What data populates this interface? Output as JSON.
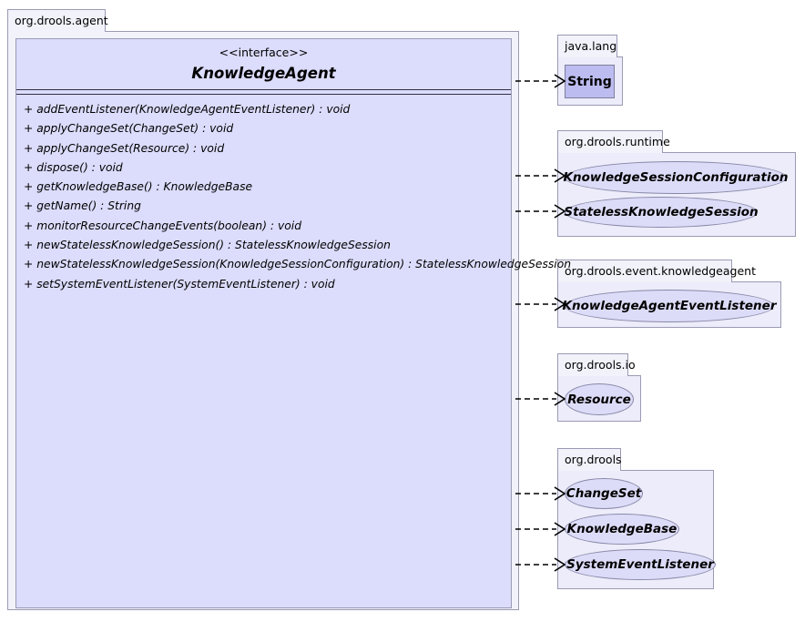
{
  "diagram": {
    "type": "uml-class-diagram",
    "colors": {
      "class_fill": "#dcdcfc",
      "package_fill": "#ececfa",
      "package_tab_fill": "#f2f2fb",
      "ellipse_fill": "#dcdcf8",
      "rect_node_fill": "#bcbcf0",
      "border": "#9a9ab4",
      "separator": "#30304a",
      "edge": "#000000",
      "background": "#ffffff"
    }
  },
  "main_package": {
    "name": "org.drools.agent",
    "interface": {
      "stereotype": "<<interface>>",
      "name": "KnowledgeAgent",
      "attributes": [],
      "methods": [
        "+ addEventListener(KnowledgeAgentEventListener) : void",
        "+ applyChangeSet(ChangeSet) : void",
        "+ applyChangeSet(Resource) : void",
        "+ dispose() : void",
        "+ getKnowledgeBase() : KnowledgeBase",
        "+ getName() : String",
        "+ monitorResourceChangeEvents(boolean) : void",
        "+ newStatelessKnowledgeSession() : StatelessKnowledgeSession",
        "+ newStatelessKnowledgeSession(KnowledgeSessionConfiguration) : StatelessKnowledgeSession",
        "+ setSystemEventListener(SystemEventListener) : void"
      ]
    }
  },
  "packages": [
    {
      "name": "java.lang",
      "nodes": [
        {
          "label": "String",
          "shape": "rect"
        }
      ]
    },
    {
      "name": "org.drools.runtime",
      "nodes": [
        {
          "label": "KnowledgeSessionConfiguration",
          "shape": "ellipse"
        },
        {
          "label": "StatelessKnowledgeSession",
          "shape": "ellipse"
        }
      ]
    },
    {
      "name": "org.drools.event.knowledgeagent",
      "nodes": [
        {
          "label": "KnowledgeAgentEventListener",
          "shape": "ellipse"
        }
      ]
    },
    {
      "name": "org.drools.io",
      "nodes": [
        {
          "label": "Resource",
          "shape": "ellipse"
        }
      ]
    },
    {
      "name": "org.drools",
      "nodes": [
        {
          "label": "ChangeSet",
          "shape": "ellipse"
        },
        {
          "label": "KnowledgeBase",
          "shape": "ellipse"
        },
        {
          "label": "SystemEventListener",
          "shape": "ellipse"
        }
      ]
    }
  ],
  "dependencies": [
    {
      "from": "KnowledgeAgent",
      "to": "String",
      "style": "dashed"
    },
    {
      "from": "KnowledgeAgent",
      "to": "KnowledgeSessionConfiguration",
      "style": "dashed"
    },
    {
      "from": "KnowledgeAgent",
      "to": "StatelessKnowledgeSession",
      "style": "dashed"
    },
    {
      "from": "KnowledgeAgent",
      "to": "KnowledgeAgentEventListener",
      "style": "dashed"
    },
    {
      "from": "KnowledgeAgent",
      "to": "Resource",
      "style": "dashed"
    },
    {
      "from": "KnowledgeAgent",
      "to": "ChangeSet",
      "style": "dashed"
    },
    {
      "from": "KnowledgeAgent",
      "to": "KnowledgeBase",
      "style": "dashed"
    },
    {
      "from": "KnowledgeAgent",
      "to": "SystemEventListener",
      "style": "dashed"
    }
  ]
}
